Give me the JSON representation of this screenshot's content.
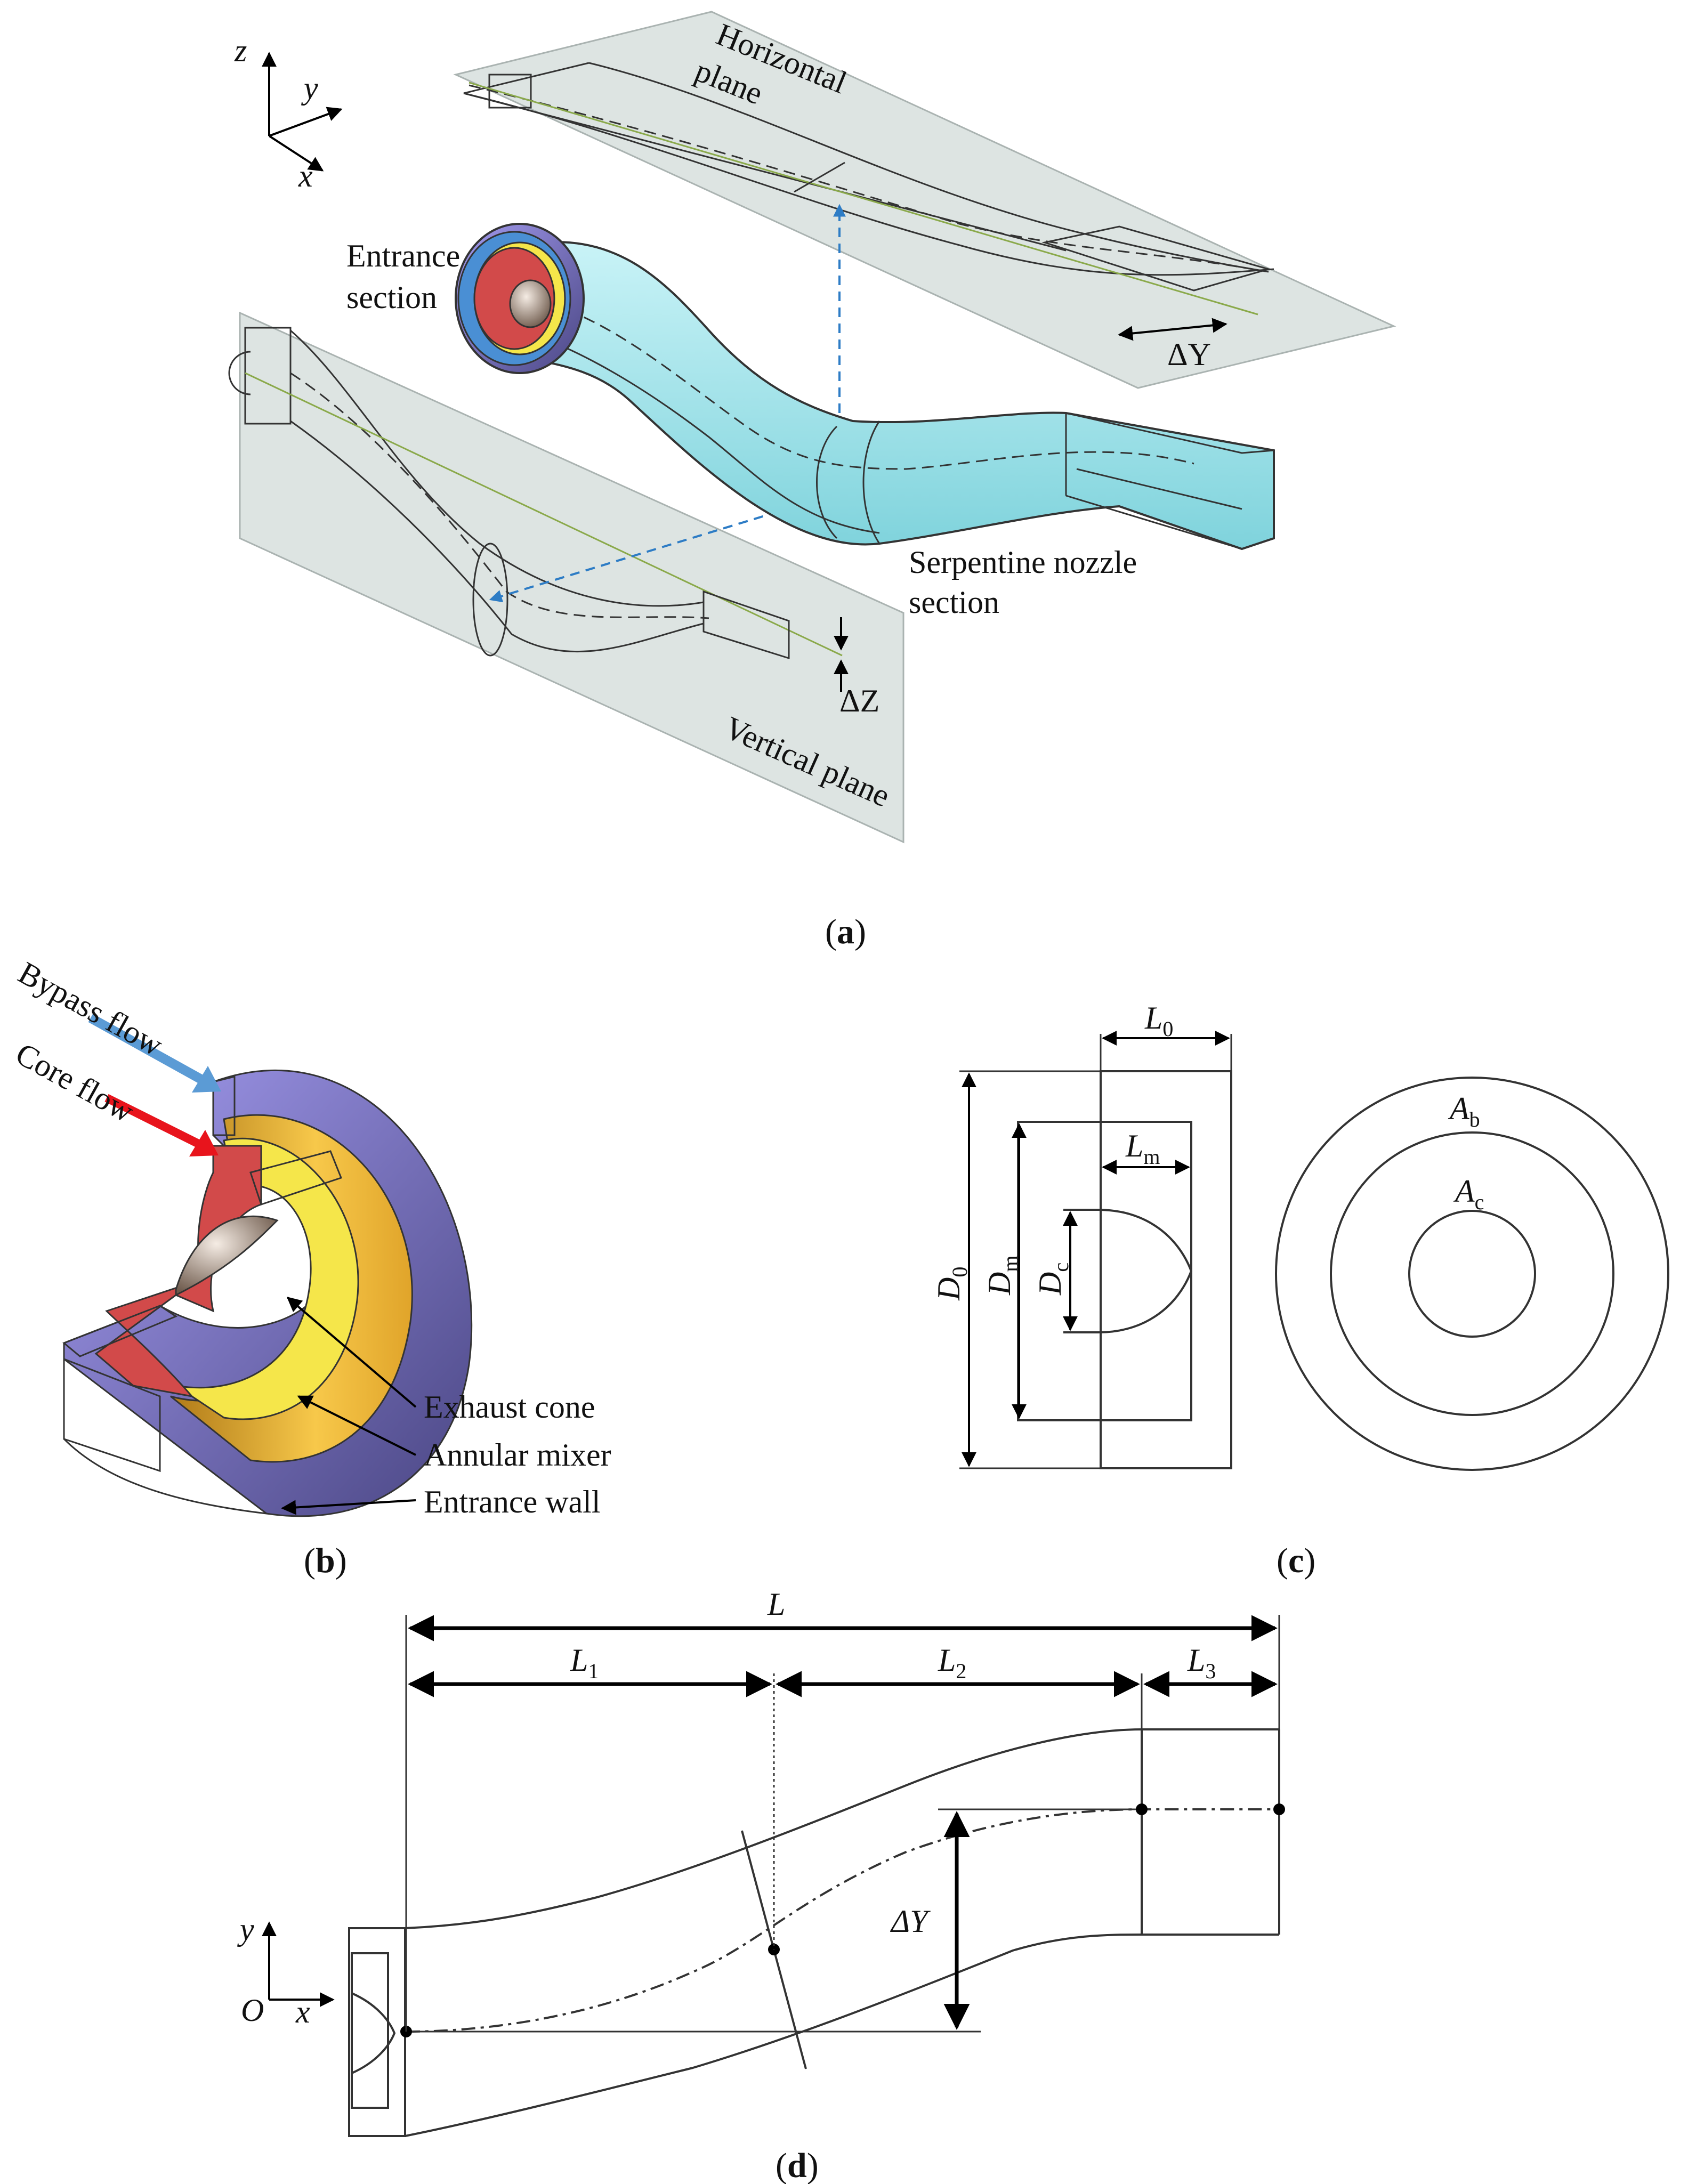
{
  "panel_a": {
    "caption": "a",
    "axis_z": "z",
    "axis_y": "y",
    "axis_x": "x",
    "horizontal_plane": [
      "Horizontal",
      "plane"
    ],
    "entrance_section": [
      "Entrance",
      "section"
    ],
    "serpentine_nozzle_section": [
      "Serpentine nozzle",
      "section"
    ],
    "vertical_plane": "Vertical plane",
    "delta_y": "ΔY",
    "delta_z": "ΔZ"
  },
  "panel_b": {
    "caption": "b",
    "bypass_flow": "Bypass flow",
    "core_flow": "Core flow",
    "exhaust_cone": "Exhaust cone",
    "annular_mixer": "Annular mixer",
    "entrance_wall": "Entrance wall",
    "colors": {
      "bypass_arrow": "#5b9bd5",
      "core_arrow": "#e8141c",
      "outer": "#8f85e0",
      "yellow": "#f5e64a",
      "red": "#d24a4a"
    }
  },
  "panel_c": {
    "caption": "c",
    "L0": "L",
    "L0_sub": "0",
    "Lm": "L",
    "Lm_sub": "m",
    "D0": "D",
    "D0_sub": "0",
    "Dm": "D",
    "Dm_sub": "m",
    "Dc": "D",
    "Dc_sub": "c",
    "Ab": "A",
    "Ab_sub": "b",
    "Ac": "A",
    "Ac_sub": "c"
  },
  "panel_d": {
    "caption": "d",
    "L": "L",
    "L1": "L",
    "L1_sub": "1",
    "L2": "L",
    "L2_sub": "2",
    "L3": "L",
    "L3_sub": "3",
    "delta_y": "ΔY",
    "axis_y": "y",
    "axis_x": "x",
    "origin": "O"
  }
}
